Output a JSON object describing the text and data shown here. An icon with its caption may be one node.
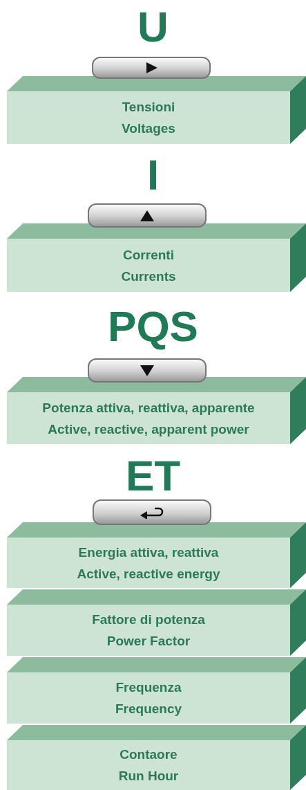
{
  "diagram": {
    "nodes": [
      {
        "text": [
          "Tensioni",
          "Voltages"
        ]
      },
      {
        "text": [
          "Correnti",
          "Currents"
        ]
      },
      {
        "text": [
          "Potenza attiva, reattiva, apparente",
          "Active, reactive, apparent power"
        ]
      },
      {
        "text": [
          "Energia attiva, reattiva",
          "Active, reactive energy"
        ]
      },
      {
        "text": [
          "Fattore di potenza",
          "Power Factor"
        ]
      },
      {
        "text": [
          "Frequenza",
          "Frequency"
        ]
      },
      {
        "text": [
          "Contaore",
          "Run Hour"
        ]
      }
    ],
    "labels": [
      "U",
      "I",
      "PQS",
      "ET"
    ]
  }
}
